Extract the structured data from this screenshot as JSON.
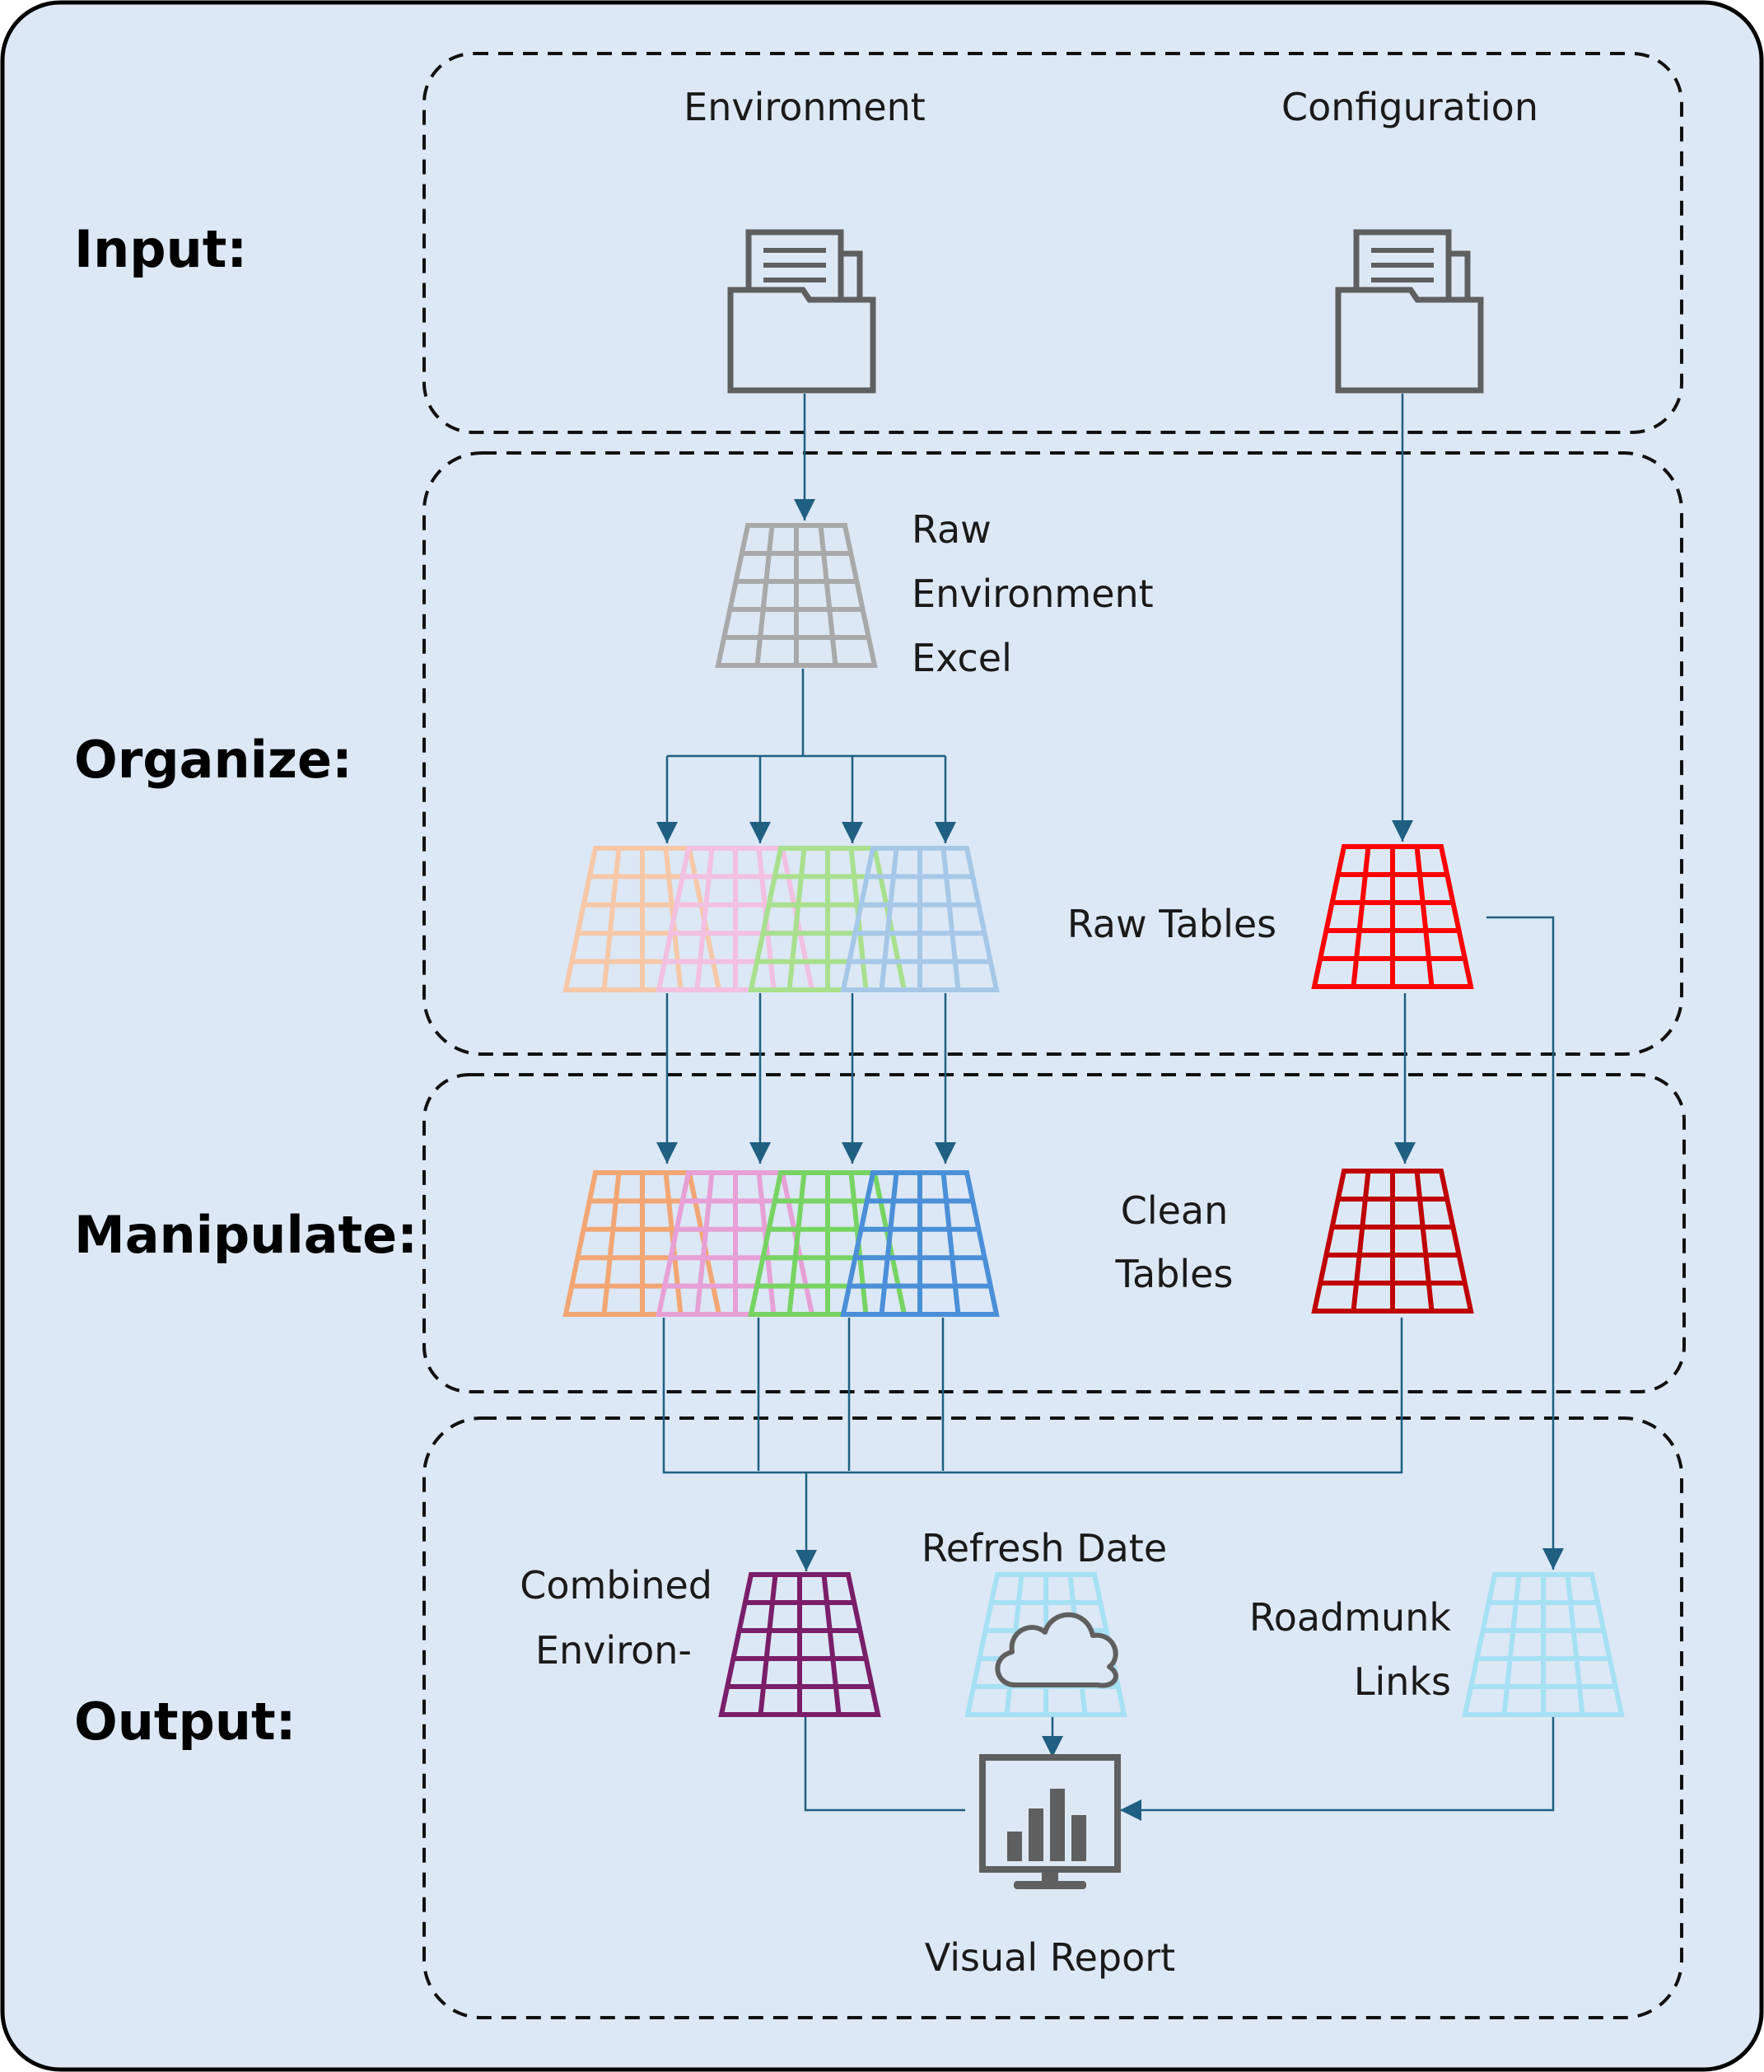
{
  "stages": {
    "input": "Input:",
    "organize": "Organize:",
    "manipulate": "Manipulate:",
    "output": "Output:"
  },
  "sources": {
    "environment": "Environment",
    "configuration": "Configuration"
  },
  "labels": {
    "raw_env_excel": [
      "Raw",
      "Environment",
      "Excel"
    ],
    "raw_tables": "Raw Tables",
    "clean_tables": [
      "Clean",
      "Tables"
    ],
    "combined": [
      "Combined",
      "Environ-"
    ],
    "refresh_date": "Refresh Date",
    "roadmunk_links": [
      "Roadmunk",
      "Links"
    ],
    "visual_report": "Visual Report"
  },
  "colors": {
    "background": "#dce8f5",
    "arrow": "#1f5f82",
    "folder_icon": "#5f5f5f",
    "raw_excel": "#a9a9a9",
    "raw_orange": "#f6c8a8",
    "raw_pink": "#f2c0e0",
    "raw_green": "#a8e08e",
    "raw_blue": "#a6c8e8",
    "raw_config": "#ff0000",
    "clean_orange": "#f2a673",
    "clean_pink": "#e7a0d7",
    "clean_green": "#77d463",
    "clean_blue": "#4a8fd8",
    "clean_config": "#c00000",
    "combined": "#7a1e6a",
    "output_light_blue": "#a6e0f5",
    "report_icon": "#5f5f5f"
  },
  "icons": {
    "environment_folder": "folder-document-icon",
    "configuration_folder": "folder-document-icon",
    "table": "table-grid-icon",
    "cloud": "cloud-icon",
    "report": "monitor-bar-chart-icon"
  }
}
